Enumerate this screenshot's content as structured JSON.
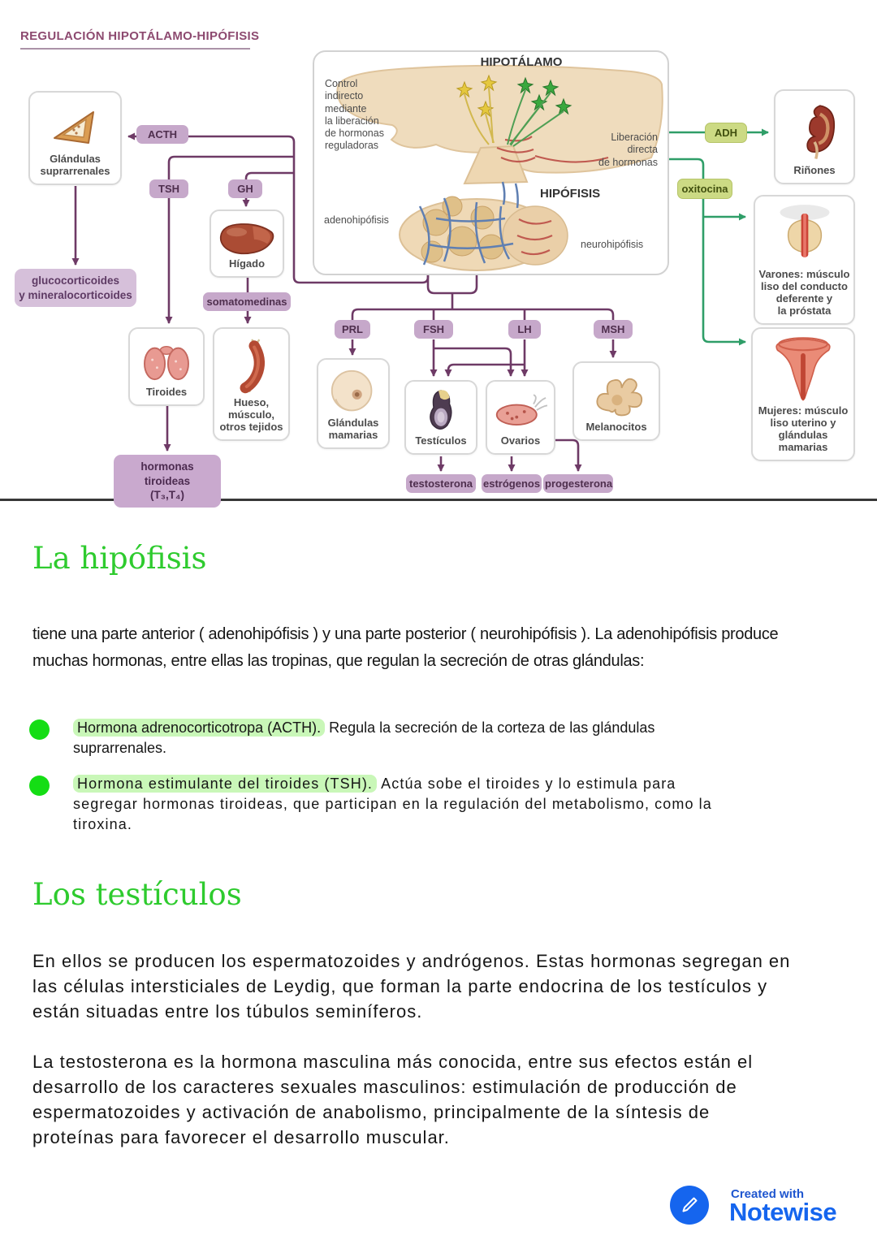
{
  "diagram": {
    "title": "REGULACIÓN HIPOTÁLAMO-HIPÓFISIS",
    "illustration": {
      "hypothalamus": "HIPOTÁLAMO",
      "hypophysis": "HIPÓFISIS",
      "indirect_control": "Control\nindirecto\nmediante\nla liberación\nde hormonas\nreguladoras",
      "direct_release": "Liberación\ndirecta\nde hormonas",
      "adenohypophysis": "adenohipófisis",
      "neurohypophysis": "neurohipófisis"
    },
    "hormones": {
      "acth": "ACTH",
      "tsh": "TSH",
      "gh": "GH",
      "prl": "PRL",
      "fsh": "FSH",
      "lh": "LH",
      "msh": "MSH",
      "adh": "ADH",
      "oxytocin": "oxitocina",
      "somatomedins": "somatomedinas",
      "glucocorticoids": "glucocorticoides\ny mineralocorticoides",
      "thyroid_hormones": "hormonas tiroideas\n(T₃,T₄)",
      "testosterone": "testosterona",
      "estrogens": "estrógenos",
      "progesterone": "progesterona"
    },
    "organs": {
      "adrenal_glands": "Glándulas\nsuprarrenales",
      "liver": "Hígado",
      "thyroid": "Tiroides",
      "bone_muscle": "Hueso,\nmúsculo,\notros tejidos",
      "mammary_glands": "Glándulas\nmamarias",
      "testes": "Testículos",
      "ovaries": "Ovarios",
      "melanocytes": "Melanocitos",
      "kidneys": "Riñones",
      "males": "Varones: músculo\nliso del conducto\ndeferente y\nla próstata",
      "females": "Mujeres: músculo\nliso uterino y\nglándulas\nmamarias"
    }
  },
  "sections": {
    "hipofisis": {
      "title": "La hipófisis",
      "intro": "tiene una parte anterior ( adenohipófisis ) y una parte posterior ( neurohipófisis ). La adenohipófisis produce muchas hormonas, entre ellas las tropinas,  que regulan la secreción de otras glándulas:",
      "bullets": [
        {
          "highlight": "Hormona adrenocorticotropa (ACTH).",
          "rest": " Regula la secreción de la corteza de las glándulas suprarrenales."
        },
        {
          "highlight": "Hormona estimulante del tiroides (TSH).",
          "rest": " Actúa sobe el tiroides y lo estimula para segregar hormonas tiroideas, que participan en la regulación del metabolismo, como la tiroxina."
        }
      ]
    },
    "testiculos": {
      "title": "Los testículos",
      "p1": "En ellos se producen los espermatozoides y andrógenos. Estas hormonas segregan en las células intersticiales de Leydig,  que forman la parte endocrina de los testículos y están situadas entre los túbulos seminíferos.",
      "p2": "La testosterona es la hormona masculina más conocida, entre sus efectos están el desarrollo de los caracteres sexuales masculinos: estimulación de producción de espermatozoides y activación de anabolismo, principalmente de la síntesis de proteínas para favorecer el desarrollo muscular."
    }
  },
  "footer": {
    "created_with": "Created with",
    "brand": "Notewise"
  },
  "colors": {
    "heading_green": "#2ecb2e",
    "bullet_green": "#15dd15",
    "highlight_green": "#c9f7b8",
    "purple_line": "#6e3a66",
    "green_line": "#2f9e68",
    "label_purple_bg": "#c6a8ca",
    "label_green_bg": "#ccda84",
    "title_maroon": "#8d4a70",
    "brand_blue": "#1565ee"
  }
}
